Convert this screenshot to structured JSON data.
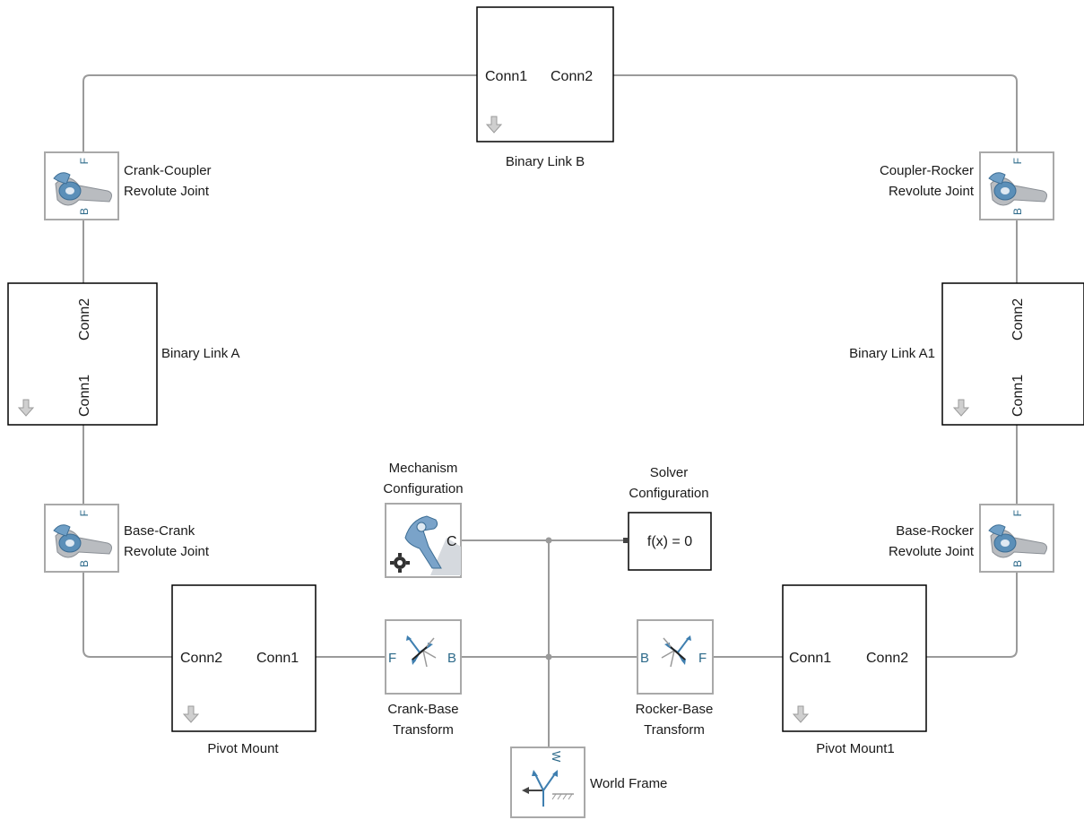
{
  "blocks": {
    "binary_link_b": {
      "name": "Binary Link B",
      "port1": "Conn1",
      "port2": "Conn2"
    },
    "binary_link_a": {
      "name": "Binary Link A",
      "port1": "Conn1",
      "port2": "Conn2"
    },
    "binary_link_a1": {
      "name": "Binary Link A1",
      "port1": "Conn1",
      "port2": "Conn2"
    },
    "pivot_mount": {
      "name": "Pivot Mount",
      "port1": "Conn2",
      "port2": "Conn1"
    },
    "pivot_mount1": {
      "name": "Pivot Mount1",
      "port1": "Conn1",
      "port2": "Conn2"
    },
    "crank_coupler_joint": {
      "name_line1": "Crank-Coupler",
      "name_line2": "Revolute Joint",
      "port_f": "F",
      "port_b": "B"
    },
    "coupler_rocker_joint": {
      "name_line1": "Coupler-Rocker",
      "name_line2": "Revolute Joint",
      "port_f": "F",
      "port_b": "B"
    },
    "base_crank_joint": {
      "name_line1": "Base-Crank",
      "name_line2": "Revolute Joint",
      "port_f": "F",
      "port_b": "B"
    },
    "base_rocker_joint": {
      "name_line1": "Base-Rocker",
      "name_line2": "Revolute Joint",
      "port_f": "F",
      "port_b": "B"
    },
    "mechanism_config": {
      "name_line1": "Mechanism",
      "name_line2": "Configuration",
      "port": "C"
    },
    "solver_config": {
      "name_line1": "Solver",
      "name_line2": "Configuration",
      "expr": "f(x) = 0"
    },
    "crank_base_transform": {
      "name_line1": "Crank-Base",
      "name_line2": "Transform",
      "port_in": "F",
      "port_out": "B"
    },
    "rocker_base_transform": {
      "name_line1": "Rocker-Base",
      "name_line2": "Transform",
      "port_in": "B",
      "port_out": "F"
    },
    "world_frame": {
      "name": "World Frame",
      "port": "W"
    }
  },
  "icons": {
    "subsystem_arrow": "down-arrow-icon",
    "revolute_joint": "revolute-joint-icon",
    "transform": "rigid-transform-icon",
    "world_frame": "world-frame-icon",
    "mechanism": "mechanism-configuration-icon"
  },
  "colors": {
    "wire": "#9a9a9a",
    "block_border": "#000000",
    "library_block_border": "#a9a9a9",
    "port_label": "#2d6a8a",
    "joint_icon_blue": "#5b8fb8",
    "joint_icon_gray": "#b9b9b9"
  }
}
